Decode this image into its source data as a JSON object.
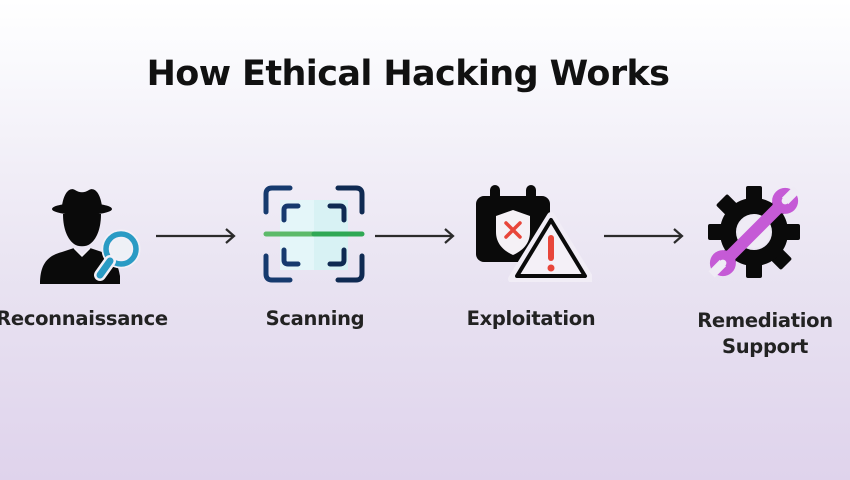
{
  "title": "How Ethical Hacking Works",
  "stages": [
    {
      "label": "Reconnaissance",
      "icon": "spy-with-magnifier-icon",
      "accent": "#2a9bc4"
    },
    {
      "label": "Scanning",
      "icon": "scan-frame-icon",
      "accent": "#4cbb5e"
    },
    {
      "label": "Exploitation",
      "icon": "calendar-shield-warning-icon",
      "accent": "#e8463a"
    },
    {
      "label_line1": "Remediation",
      "label_line2": "Support",
      "icon": "gear-wrench-icon",
      "accent": "#c55ad6"
    }
  ],
  "arrows": [
    "right-arrow",
    "right-arrow",
    "right-arrow"
  ],
  "colors": {
    "text": "#141414",
    "icon_dark": "#0a0a0a",
    "scan_frame": "#163a6e",
    "background_top": "#ffffff",
    "background_bottom": "#dfd3ec"
  }
}
